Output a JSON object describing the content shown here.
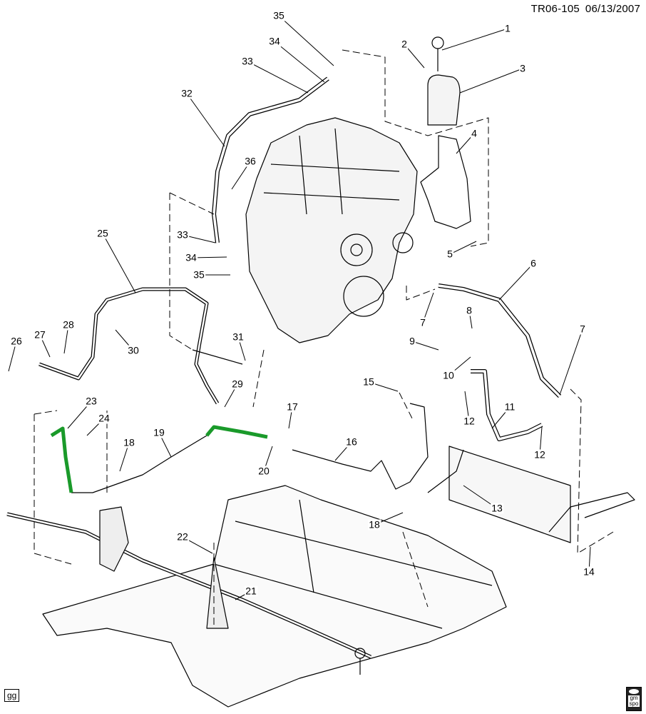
{
  "header": {
    "code": "TR06-105",
    "date": "06/13/2007"
  },
  "callouts": [
    "1",
    "2",
    "3",
    "4",
    "5",
    "6",
    "7",
    "8",
    "9",
    "10",
    "7",
    "11",
    "12",
    "12",
    "13",
    "14",
    "15",
    "16",
    "17",
    "18",
    "18",
    "19",
    "20",
    "21",
    "22",
    "23",
    "24",
    "25",
    "26",
    "27",
    "28",
    "29",
    "30",
    "31",
    "32",
    "33",
    "34",
    "35",
    "36",
    "33",
    "34",
    "35"
  ],
  "footer": {
    "left_tag": "gg",
    "logo_text": "gm spo"
  },
  "colors": {
    "highlight_hose": "#1a9a2a",
    "line": "#000000"
  }
}
